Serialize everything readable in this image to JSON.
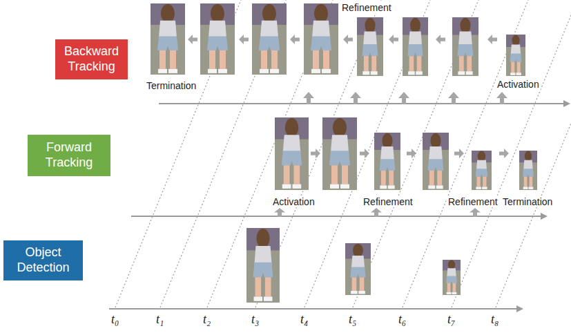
{
  "diagram": {
    "nodes": [
      {
        "text": [
          "Backward Tracking"
        ]
      },
      {
        "text": [
          "Forward Tracking"
        ]
      },
      {
        "text": [
          "Object Detection"
        ]
      }
    ],
    "labels": [
      "Refinement",
      "Termination",
      "Activation",
      "Activation",
      "Refinement",
      "Refinement",
      "Termination",
      "t₀",
      "t₁",
      "t₂",
      "t₃",
      "t₄",
      "t₅",
      "t₆",
      "t₇",
      "t₈"
    ]
  }
}
